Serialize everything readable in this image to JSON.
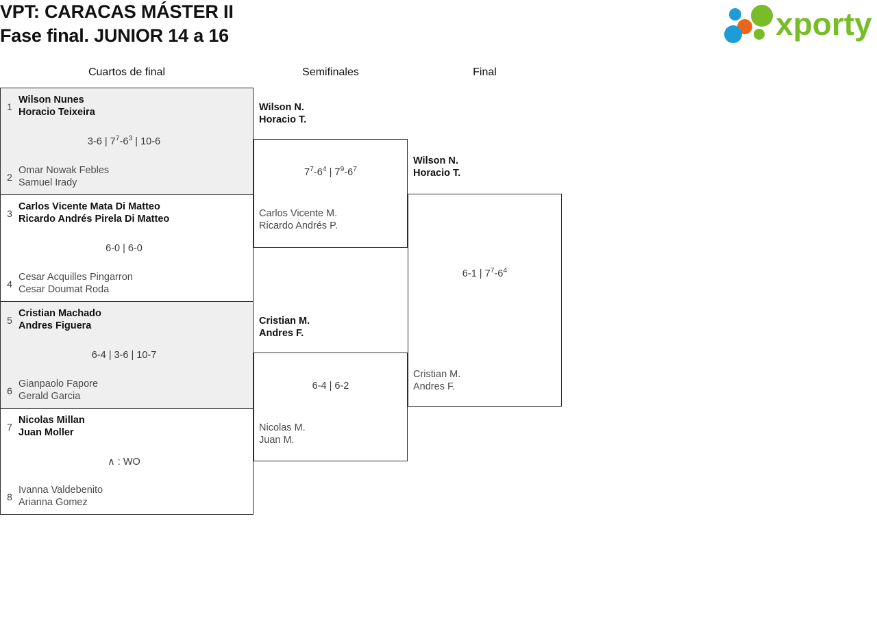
{
  "header": {
    "title_line1": "VPT: CARACAS MÁSTER II",
    "title_line2": "Fase final. JUNIOR 14 a 16",
    "logo_text": "xporty",
    "logo_colors": {
      "green": "#78bc27",
      "orange": "#e8661a",
      "blue": "#1e9cd7"
    }
  },
  "rounds": [
    {
      "label": "Cuartos de final"
    },
    {
      "label": "Semifinales"
    },
    {
      "label": "Final"
    }
  ],
  "quarterfinals": [
    {
      "top": {
        "seed": "1",
        "p1": "Wilson Nunes",
        "p2": "Horacio Teixeira",
        "winner": true
      },
      "bottom": {
        "seed": "2",
        "p1": "Omar Nowak Febles",
        "p2": "Samuel Irady",
        "winner": false
      },
      "score_sets": [
        {
          "a": "3",
          "asup": "",
          "b": "6",
          "bsup": ""
        },
        {
          "a": "7",
          "asup": "7",
          "b": "6",
          "bsup": "3"
        },
        {
          "a": "10",
          "asup": "",
          "b": "6",
          "bsup": ""
        }
      ]
    },
    {
      "top": {
        "seed": "3",
        "p1": "Carlos Vicente Mata Di Matteo",
        "p2": "Ricardo Andrés Pirela Di Matteo",
        "winner": true
      },
      "bottom": {
        "seed": "4",
        "p1": "Cesar Acquilles Pingarron",
        "p2": "Cesar Doumat Roda",
        "winner": false
      },
      "score_sets": [
        {
          "a": "6",
          "asup": "",
          "b": "0",
          "bsup": ""
        },
        {
          "a": "6",
          "asup": "",
          "b": "0",
          "bsup": ""
        }
      ]
    },
    {
      "top": {
        "seed": "5",
        "p1": "Cristian Machado",
        "p2": "Andres Figuera",
        "winner": true
      },
      "bottom": {
        "seed": "6",
        "p1": "Gianpaolo Fapore",
        "p2": "Gerald Garcia",
        "winner": false
      },
      "score_sets": [
        {
          "a": "6",
          "asup": "",
          "b": "4",
          "bsup": ""
        },
        {
          "a": "3",
          "asup": "",
          "b": "6",
          "bsup": ""
        },
        {
          "a": "10",
          "asup": "",
          "b": "7",
          "bsup": ""
        }
      ]
    },
    {
      "top": {
        "seed": "7",
        "p1": "Nicolas Millan",
        "p2": "Juan Moller",
        "winner": true
      },
      "bottom": {
        "seed": "8",
        "p1": "Ivanna Valdebenito",
        "p2": "Arianna Gomez",
        "winner": false
      },
      "score_text": "∧ : WO"
    }
  ],
  "semifinals": [
    {
      "top": {
        "p1": "Wilson N.",
        "p2": "Horacio T.",
        "winner": true
      },
      "bottom": {
        "p1": "Carlos Vicente M.",
        "p2": "Ricardo Andrés P.",
        "winner": false
      },
      "score_sets": [
        {
          "a": "7",
          "asup": "7",
          "b": "6",
          "bsup": "4"
        },
        {
          "a": "7",
          "asup": "9",
          "b": "6",
          "bsup": "7"
        }
      ]
    },
    {
      "top": {
        "p1": "Cristian M.",
        "p2": "Andres F.",
        "winner": true
      },
      "bottom": {
        "p1": "Nicolas M.",
        "p2": "Juan M.",
        "winner": false
      },
      "score_sets": [
        {
          "a": "6",
          "asup": "",
          "b": "4",
          "bsup": ""
        },
        {
          "a": "6",
          "asup": "",
          "b": "2",
          "bsup": ""
        }
      ]
    }
  ],
  "final": {
    "top": {
      "p1": "Wilson N.",
      "p2": "Horacio T.",
      "winner": true
    },
    "bottom": {
      "p1": "Cristian M.",
      "p2": "Andres F.",
      "winner": false
    },
    "score_sets": [
      {
        "a": "6",
        "asup": "",
        "b": "1",
        "bsup": ""
      },
      {
        "a": "7",
        "asup": "7",
        "b": "6",
        "bsup": "4"
      }
    ]
  }
}
